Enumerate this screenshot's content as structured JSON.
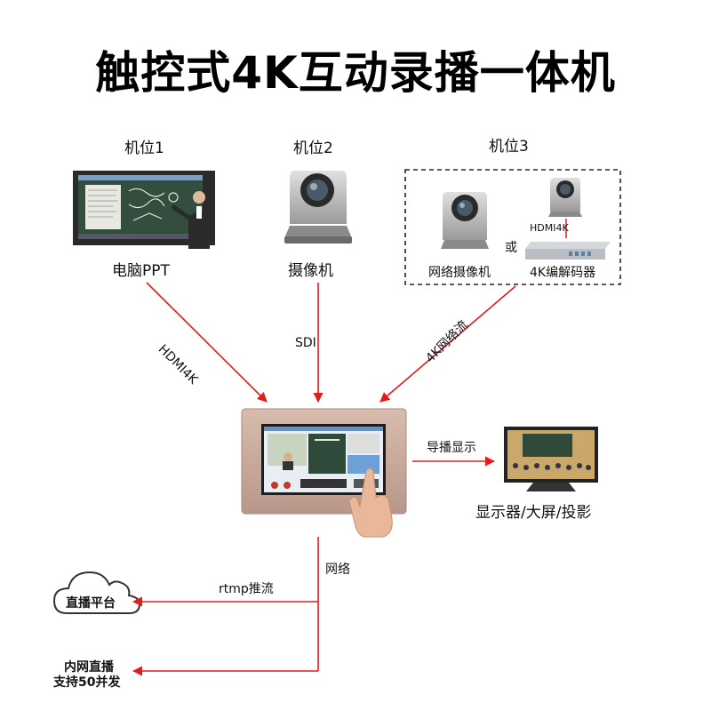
{
  "title": "触控式4K互动录播一体机",
  "positions": {
    "pos1": {
      "label": "机位1",
      "device": "电脑PPT"
    },
    "pos2": {
      "label": "机位2",
      "device": "摄像机"
    },
    "pos3": {
      "label": "机位3",
      "device_a": "网络摄像机",
      "or": "或",
      "hdmi": "HDMI4K",
      "device_b": "4K编解码器"
    }
  },
  "links": {
    "hdmi": "HDMI4K",
    "sdi": "SDI",
    "net4k": "4K网络流",
    "director": "导播显示",
    "network": "网络",
    "rtmp": "rtmp推流"
  },
  "outputs": {
    "display": "显示器/大屏/投影",
    "live_platform": "直播平台",
    "intranet_line1": "内网直播",
    "intranet_line2": "支持50并发"
  },
  "colors": {
    "arrow": "#e21b1b",
    "device_case": "#c9a99a",
    "camera_body": "#b8b8b8",
    "board": "#2f4a3a"
  }
}
